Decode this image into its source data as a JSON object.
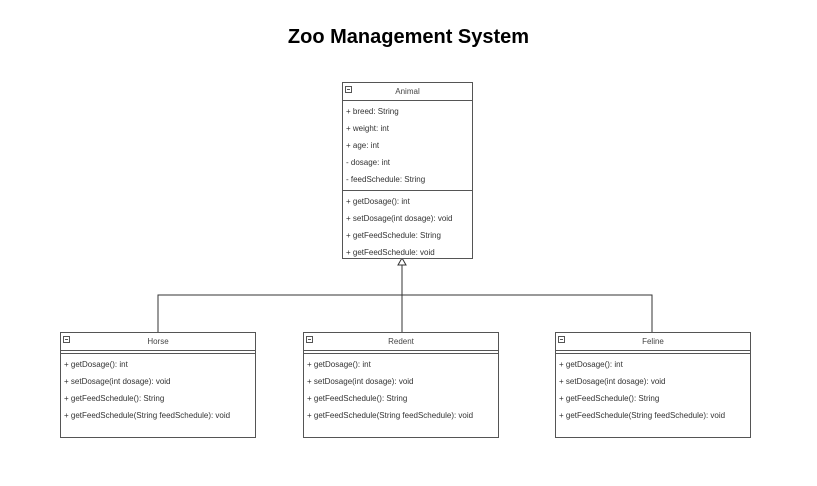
{
  "title": "Zoo Management System",
  "animal": {
    "name": "Animal",
    "attributes": [
      "+ breed: String",
      "+ weight: int",
      "+ age: int",
      "- dosage: int",
      "- feedSchedule: String"
    ],
    "methods": [
      "+ getDosage(): int",
      "+ setDosage(int dosage): void",
      "+ getFeedSchedule: String",
      "+ getFeedSchedule: void"
    ]
  },
  "horse": {
    "name": "Horse",
    "methods": [
      "+ getDosage(): int",
      "+ setDosage(int dosage): void",
      "+ getFeedSchedule(): String",
      "+ getFeedSchedule(String feedSchedule): void"
    ]
  },
  "redent": {
    "name": "Redent",
    "methods": [
      "+ getDosage(): int",
      "+ setDosage(int dosage): void",
      "+ getFeedSchedule(): String",
      "+ getFeedSchedule(String feedSchedule): void"
    ]
  },
  "feline": {
    "name": "Feline",
    "methods": [
      "+ getDosage(): int",
      "+ setDosage(int dosage): void",
      "+ getFeedSchedule(): String",
      "+ getFeedSchedule(String feedSchedule): void"
    ]
  }
}
